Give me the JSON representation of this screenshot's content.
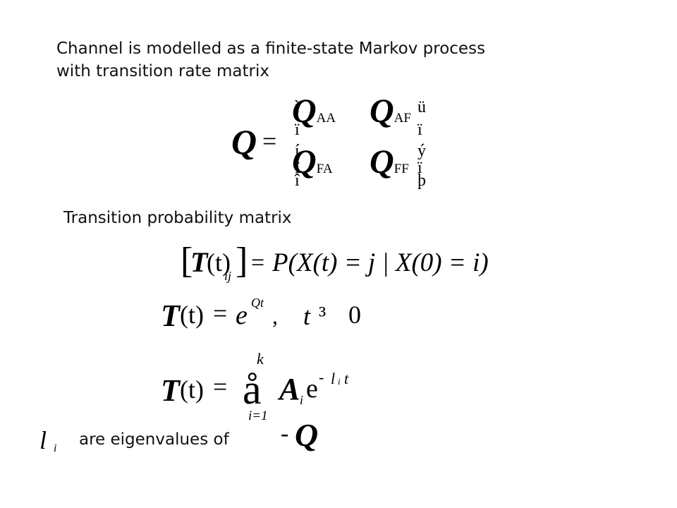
{
  "slide": {
    "intro_line1": "Channel is modelled as a finite-state Markov process",
    "intro_line2": "with transition rate matrix",
    "transition_prob_heading": "Transition probability matrix",
    "eigen_caption": "are eigenvalues of"
  },
  "eq_rate_matrix": {
    "Q": "Q",
    "equals": "=",
    "bracket_left_glyphs": [
      "ì",
      "ï",
      "í",
      "ï",
      "î"
    ],
    "q_aa_sub": "AA",
    "q_af_sub": "AF",
    "q_fa_sub": "FA",
    "q_ff_sub": "FF",
    "bracket_right_glyphs": [
      "ü",
      "ï",
      "ý",
      "ï",
      "þ"
    ]
  },
  "eq_definition": {
    "lhs_T": "T",
    "lhs_arg": "(t)",
    "lhs_sub": "ij",
    "equals": "=",
    "rhs": "P(X(t) = j | X(0) = i)"
  },
  "eq_exponential": {
    "T": "T",
    "arg": "(t)",
    "equals": "=",
    "e": "e",
    "exponent": "Qt",
    "comma": ",",
    "t": "t",
    "geq_glyph": "³",
    "zero": "0"
  },
  "eq_spectral": {
    "T": "T",
    "arg": "(t)",
    "equals": "=",
    "upper_limit": "k",
    "sum_glyph": "å",
    "lower_limit": "i=1",
    "A": "A",
    "A_sub": "i",
    "e": "e",
    "exponent_minus": "-",
    "exponent_lambda": "l",
    "exponent_lambda_sub": "i",
    "exponent_t": "t"
  },
  "eq_eigen": {
    "lambda": "l",
    "lambda_sub": "i",
    "minus": "-",
    "Q": "Q"
  }
}
